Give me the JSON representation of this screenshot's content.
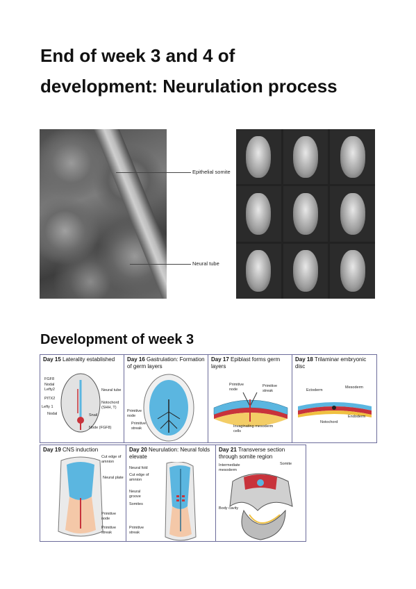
{
  "document": {
    "title": "End of week 3 and 4 of development: Neurulation process",
    "section_heading": "Development of week 3"
  },
  "figure1": {
    "labels": {
      "epithelial_somite": "Epithelial somite",
      "neural_tube": "Neural tube"
    }
  },
  "figure2": {
    "panels": [
      {
        "day": "Day 15",
        "caption": "Laterality established",
        "labels": [
          "FGF8",
          "Nodal",
          "Lefty2",
          "PITX2",
          "Lefty 1",
          "Nodal",
          "Neural tube",
          "Notochord (SHH, T)",
          "Snail",
          "Node (FGF8)"
        ]
      },
      {
        "day": "Day 16",
        "caption": "Gastrulation: Formation of germ layers",
        "labels": [
          "Primitive node",
          "Primitive streak"
        ]
      },
      {
        "day": "Day 17",
        "caption": "Epiblast forms germ layers",
        "labels": [
          "Primitive node",
          "Primitive streak",
          "Invaginating mesoderm cells"
        ]
      },
      {
        "day": "Day 18",
        "caption": "Trilaminar embryonic disc",
        "labels": [
          "Ectoderm",
          "Mesoderm",
          "Endoderm",
          "Notochord"
        ]
      },
      {
        "day": "Day 19",
        "caption": "CNS induction",
        "labels": [
          "Cut edge of amnion",
          "Neural plate",
          "Primitive node",
          "Primitive streak"
        ]
      },
      {
        "day": "Day 20",
        "caption": "Neurulation: Neural folds elevate",
        "labels": [
          "Neural fold",
          "Cut edge of amnion",
          "Neural groove",
          "Somites",
          "Primitive streak"
        ]
      },
      {
        "day": "Day 21",
        "caption": "Transverse section through somite region",
        "labels": [
          "Intermediate mesoderm",
          "Somite",
          "Body cavity"
        ]
      }
    ]
  },
  "colors": {
    "panel_border": "#6b6b9a",
    "ectoderm_blue": "#5bb6e0",
    "mesoderm_red": "#c8333b",
    "endoderm_yellow": "#f0c040",
    "primitive_streak_peach": "#f4c8a8"
  }
}
